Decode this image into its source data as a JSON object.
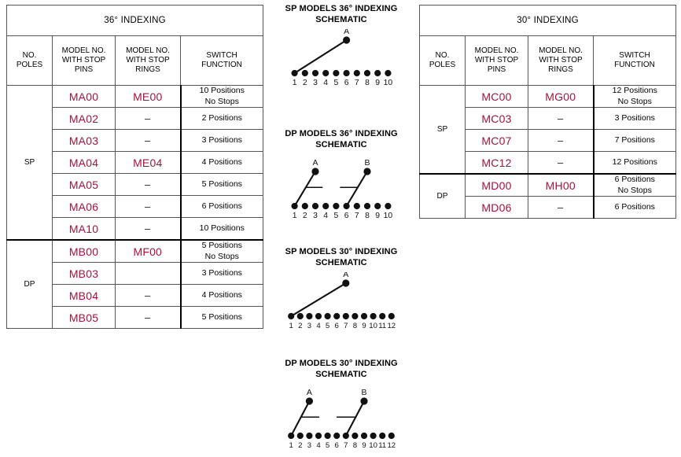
{
  "accent_color": "#A5123A",
  "tables": [
    {
      "id": "tbl-36",
      "title": "36° INDEXING",
      "headers": {
        "poles": "NO.\nPOLES",
        "pins": "MODEL NO.\nWITH STOP\nPINS",
        "rings": "MODEL NO.\nWITH STOP\nRINGS",
        "function": "SWITCH\nFUNCTION"
      },
      "groups": [
        {
          "poles": "SP",
          "rows": [
            {
              "pins": "MA00",
              "rings": "ME00",
              "function": "10 Positions\nNo Stops"
            },
            {
              "pins": "MA02",
              "rings": "–",
              "function": "2 Positions"
            },
            {
              "pins": "MA03",
              "rings": "–",
              "function": "3 Positions"
            },
            {
              "pins": "MA04",
              "rings": "ME04",
              "function": "4 Positions"
            },
            {
              "pins": "MA05",
              "rings": "–",
              "function": "5 Positions"
            },
            {
              "pins": "MA06",
              "rings": "–",
              "function": "6 Positions"
            },
            {
              "pins": "MA10",
              "rings": "–",
              "function": "10 Positions"
            }
          ]
        },
        {
          "poles": "DP",
          "rows": [
            {
              "pins": "MB00",
              "rings": "MF00",
              "function": "5 Positions\nNo Stops"
            },
            {
              "pins": "MB03",
              "rings": "",
              "function": "3 Positions"
            },
            {
              "pins": "MB04",
              "rings": "–",
              "function": "4 Positions"
            },
            {
              "pins": "MB05",
              "rings": "–",
              "function": "5 Positions"
            }
          ]
        }
      ]
    },
    {
      "id": "tbl-30",
      "title": "30° INDEXING",
      "headers": {
        "poles": "NO.\nPOLES",
        "pins": "MODEL NO.\nWITH STOP\nPINS",
        "rings": "MODEL NO.\nWITH STOP\nRINGS",
        "function": "SWITCH\nFUNCTION"
      },
      "groups": [
        {
          "poles": "SP",
          "rows": [
            {
              "pins": "MC00",
              "rings": "MG00",
              "function": "12 Positions\nNo Stops"
            },
            {
              "pins": "MC03",
              "rings": "–",
              "function": "3 Positions"
            },
            {
              "pins": "MC07",
              "rings": "–",
              "function": "7 Positions"
            },
            {
              "pins": "MC12",
              "rings": "–",
              "function": "12 Positions"
            }
          ]
        },
        {
          "poles": "DP",
          "rows": [
            {
              "pins": "MD00",
              "rings": "MH00",
              "function": "6 Positions\nNo Stops"
            },
            {
              "pins": "MD06",
              "rings": "–",
              "function": "6 Positions"
            }
          ]
        }
      ]
    }
  ],
  "schematics": [
    {
      "id": "schem-sp36",
      "caption": "SP MODELS 36°  INDEXING\nSCHEMATIC",
      "terminal_count": 10,
      "terminal_labels": [
        "1",
        "2",
        "3",
        "4",
        "5",
        "6",
        "7",
        "8",
        "9",
        "10"
      ],
      "poles": [
        {
          "label": "A",
          "connects_to_terminal": 1,
          "wiper_over_terminal": 6
        }
      ],
      "ganged": false
    },
    {
      "id": "schem-dp36",
      "caption": "DP MODELS 36°  INDEXING\nSCHEMATIC",
      "terminal_count": 10,
      "terminal_labels": [
        "1",
        "2",
        "3",
        "4",
        "5",
        "6",
        "7",
        "8",
        "9",
        "10"
      ],
      "poles": [
        {
          "label": "A",
          "connects_to_terminal": 1,
          "wiper_over_terminal": 3
        },
        {
          "label": "B",
          "connects_to_terminal": 6,
          "wiper_over_terminal": 8
        }
      ],
      "ganged": true
    },
    {
      "id": "schem-sp30",
      "caption": "SP MODELS 30°  INDEXING\nSCHEMATIC",
      "terminal_count": 12,
      "terminal_labels": [
        "1",
        "2",
        "3",
        "4",
        "5",
        "6",
        "7",
        "8",
        "9",
        "10",
        "11",
        "12"
      ],
      "poles": [
        {
          "label": "A",
          "connects_to_terminal": 1,
          "wiper_over_terminal": 7
        }
      ],
      "ganged": false
    },
    {
      "id": "schem-dp30",
      "caption": "DP MODELS 30°  INDEXING\nSCHEMATIC",
      "terminal_count": 12,
      "terminal_labels": [
        "1",
        "2",
        "3",
        "4",
        "5",
        "6",
        "7",
        "8",
        "9",
        "10",
        "11",
        "12"
      ],
      "poles": [
        {
          "label": "A",
          "connects_to_terminal": 1,
          "wiper_over_terminal": 3
        },
        {
          "label": "B",
          "connects_to_terminal": 7,
          "wiper_over_terminal": 9
        }
      ],
      "ganged": true
    }
  ]
}
